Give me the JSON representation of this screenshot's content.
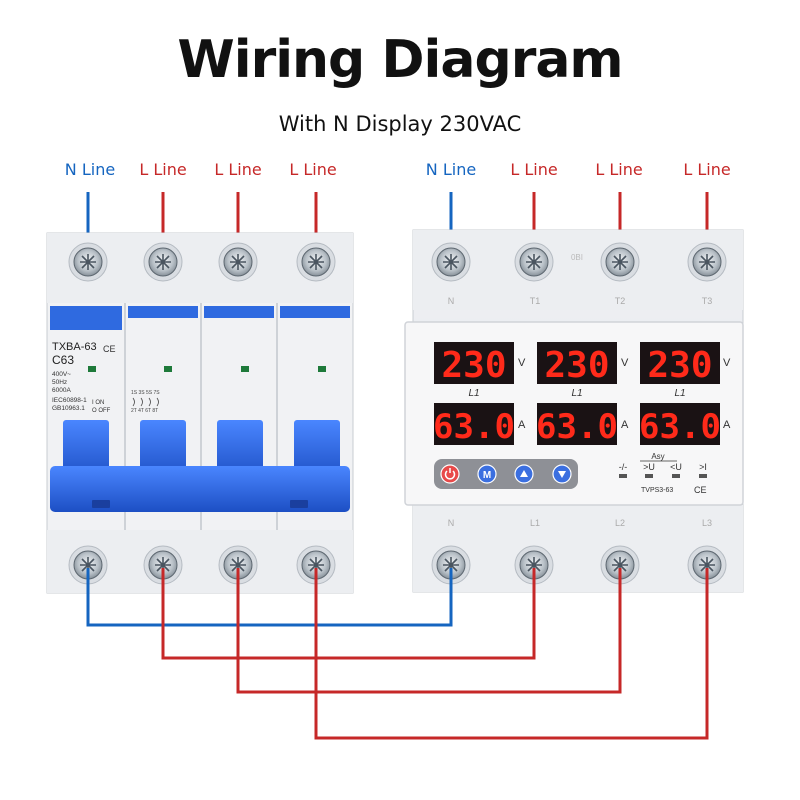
{
  "title": "Wiring Diagram",
  "subtitle": "With N Display 230VAC",
  "top_labels": [
    "N Line",
    "L Line",
    "L Line",
    "L Line",
    "N Line",
    "L Line",
    "L Line",
    "L Line"
  ],
  "colors": {
    "neutral": "#1565c0",
    "live": "#c62828",
    "breaker_blue": "#2a5fd6",
    "display_red": "#ff2a1a"
  },
  "breaker": {
    "model": "TXBA-63",
    "rating": "C63",
    "voltage": "400V~",
    "frequency": "50Hz",
    "capacity": "6000A",
    "standard_1": "IEC60898-1",
    "standard_2": "GB10963.1",
    "on_label": "I ON",
    "off_label": "O OFF",
    "ce_mark": "CE",
    "top_numbers": "1S 3S 5S 7S",
    "bottom_numbers": "2T 4T 6T 8T"
  },
  "protector": {
    "top_terminals": [
      "N",
      "T1",
      "T2",
      "T3"
    ],
    "bottom_terminals": [
      "N",
      "L1",
      "L2",
      "L3"
    ],
    "voltage_readings": [
      "230",
      "230",
      "230"
    ],
    "voltage_unit": "V",
    "current_readings": [
      "63.0",
      "63.0",
      "63.0"
    ],
    "current_unit": "A",
    "phase_labels": [
      "L1",
      "L1",
      "L1"
    ],
    "buttons": [
      "power-icon",
      "M",
      "up-icon",
      "down-icon"
    ],
    "indicator_header": "Asy",
    "indicators": [
      "-/-",
      ">U",
      "<U",
      ">I"
    ],
    "model": "TVPS3-63",
    "ce_mark": "CE",
    "center_mark": "0BI"
  }
}
